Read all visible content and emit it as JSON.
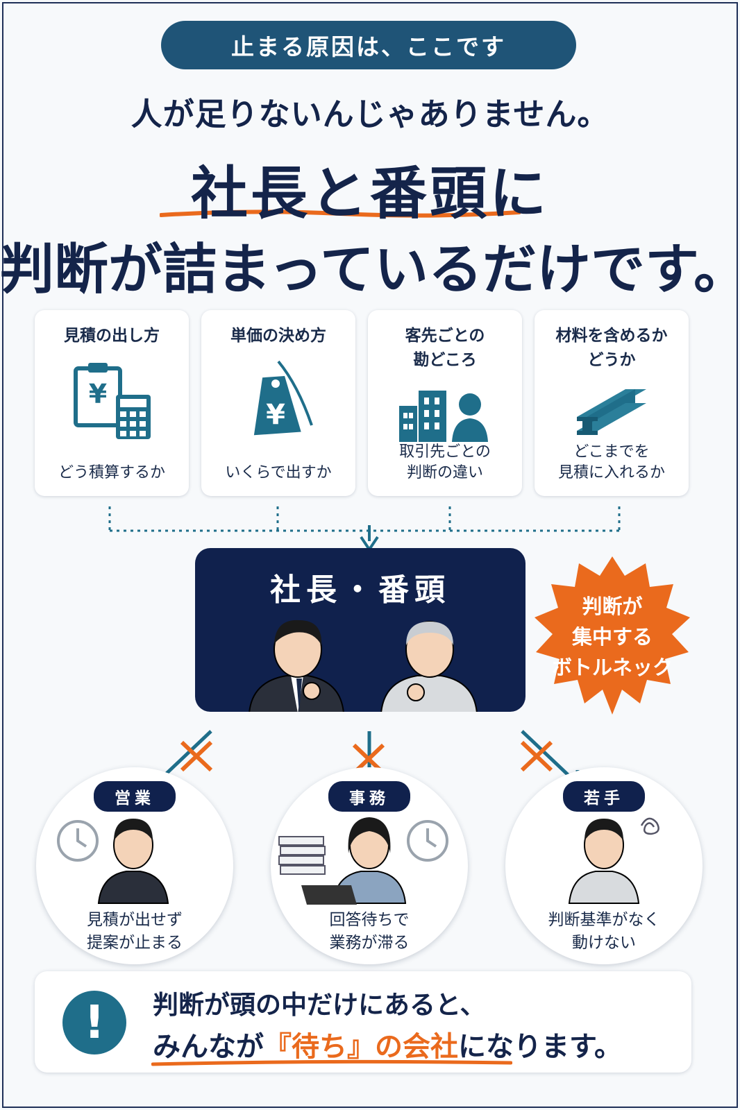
{
  "badge": "止まる原因は、ここです",
  "headline": {
    "line1": "人が足りないんじゃありません。",
    "line2": "社長と番頭に",
    "line3": "判断が詰まっているだけです。"
  },
  "cards": [
    {
      "title": "見積の出し方",
      "icon": "clipboard-yen-calculator-icon",
      "desc": "どう積算するか"
    },
    {
      "title": "単価の決め方",
      "icon": "yen-price-tag-icon",
      "desc": "いくらで出すか"
    },
    {
      "title": "客先ごとの\n勘どころ",
      "icon": "building-person-icon",
      "desc": "取引先ごとの\n判断の違い"
    },
    {
      "title": "材料を含めるか\nどうか",
      "icon": "steel-beam-icon",
      "desc": "どこまでを\n見積に入れるか"
    }
  ],
  "center": {
    "title": "社長・番頭"
  },
  "burst": {
    "text": "判断が\n集中する\nボトルネック"
  },
  "roles": [
    {
      "tag": "営業",
      "desc": "見積が出せず\n提案が止まる"
    },
    {
      "tag": "事務",
      "desc": "回答待ちで\n業務が滞る"
    },
    {
      "tag": "若手",
      "desc": "判断基準がなく\n動けない"
    }
  ],
  "bottom": {
    "line1": "判断が頭の中だけにあると、",
    "line2_pre": "みんなが",
    "line2_hl": "『待ち』の会社",
    "line2_post": "になります。"
  },
  "colors": {
    "navy": "#10214d",
    "teal": "#1f5477",
    "orange": "#ea6a1d",
    "icon": "#1f6e8a"
  }
}
